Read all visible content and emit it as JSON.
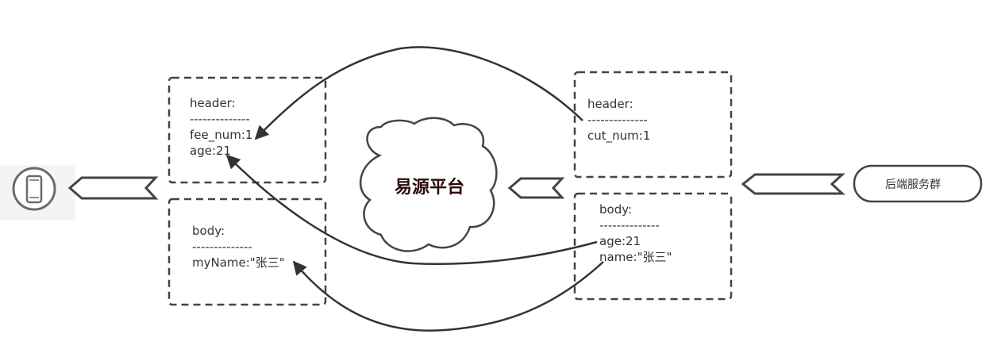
{
  "phone": {
    "icon": "phone-icon"
  },
  "platform": {
    "label": "易源平台"
  },
  "backend": {
    "label": "后端服务群"
  },
  "left_header_box": {
    "title": "header:",
    "separator": "--------------",
    "fields": [
      "fee_num:1",
      "age:21"
    ]
  },
  "left_body_box": {
    "title": "body:",
    "separator": "--------------",
    "fields": [
      "myName:\"张三\""
    ]
  },
  "right_header_box": {
    "title": "header:",
    "separator": "--------------",
    "fields": [
      "cut_num:1"
    ]
  },
  "right_body_box": {
    "title": "body:",
    "separator": "--------------",
    "fields": [
      "age:21",
      "name:\"张三\""
    ]
  },
  "colors": {
    "stroke": "#444444",
    "text": "#333333",
    "platform_text": "#2a0a0a"
  }
}
